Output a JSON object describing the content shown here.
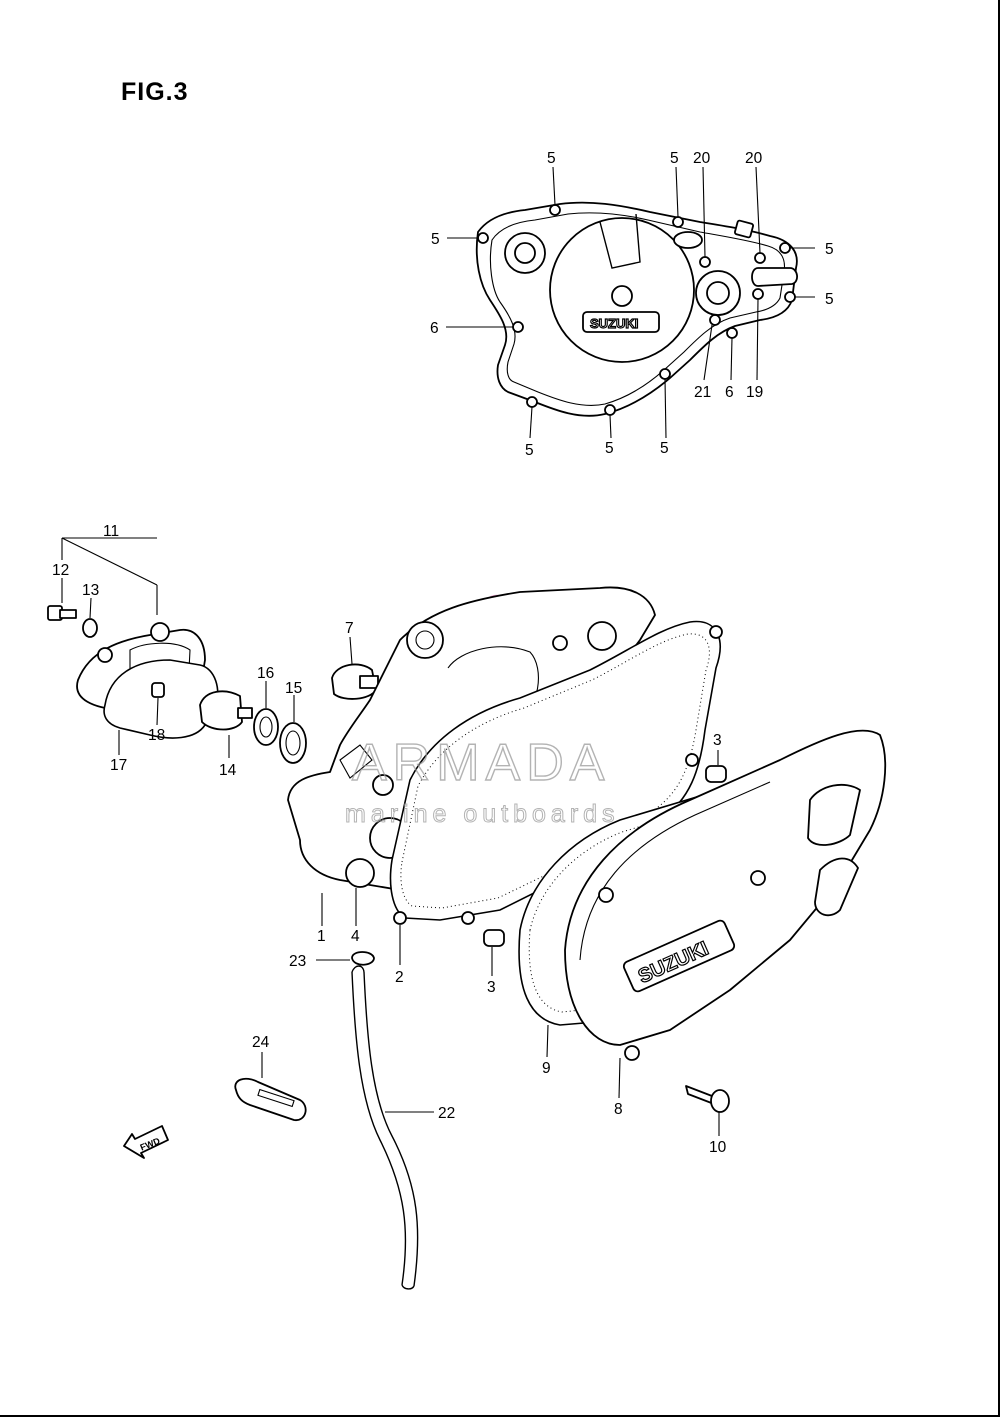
{
  "figure": {
    "title": "FIG.3"
  },
  "upper_cover": {
    "brand": "SUZUKI",
    "callouts": [
      {
        "id": "c5a",
        "text": "5"
      },
      {
        "id": "c5b",
        "text": "5"
      },
      {
        "id": "c20a",
        "text": "20"
      },
      {
        "id": "c20b",
        "text": "20"
      },
      {
        "id": "c5c",
        "text": "5"
      },
      {
        "id": "c5d",
        "text": "5"
      },
      {
        "id": "c5e",
        "text": "5"
      },
      {
        "id": "c6a",
        "text": "6"
      },
      {
        "id": "c21",
        "text": "21"
      },
      {
        "id": "c6b",
        "text": "6"
      },
      {
        "id": "c19",
        "text": "19"
      },
      {
        "id": "c5f",
        "text": "5"
      },
      {
        "id": "c5g",
        "text": "5"
      },
      {
        "id": "c5h",
        "text": "5"
      }
    ]
  },
  "lower_assembly": {
    "brand": "SUZUKI",
    "fwd_label": "FWD",
    "callouts": [
      {
        "id": "c11",
        "text": "11"
      },
      {
        "id": "c12",
        "text": "12"
      },
      {
        "id": "c13",
        "text": "13"
      },
      {
        "id": "c7",
        "text": "7"
      },
      {
        "id": "c16",
        "text": "16"
      },
      {
        "id": "c15",
        "text": "15"
      },
      {
        "id": "c18",
        "text": "18"
      },
      {
        "id": "c17",
        "text": "17"
      },
      {
        "id": "c14",
        "text": "14"
      },
      {
        "id": "c3a",
        "text": "3"
      },
      {
        "id": "c1",
        "text": "1"
      },
      {
        "id": "c4",
        "text": "4"
      },
      {
        "id": "c2",
        "text": "2"
      },
      {
        "id": "c3b",
        "text": "3"
      },
      {
        "id": "c23",
        "text": "23"
      },
      {
        "id": "c9",
        "text": "9"
      },
      {
        "id": "c24",
        "text": "24"
      },
      {
        "id": "c8",
        "text": "8"
      },
      {
        "id": "c22",
        "text": "22"
      },
      {
        "id": "c10",
        "text": "10"
      }
    ]
  },
  "watermark": {
    "brand": "ARMADA",
    "tagline": "marine outboards",
    "accent_color": "#e58bc0"
  }
}
